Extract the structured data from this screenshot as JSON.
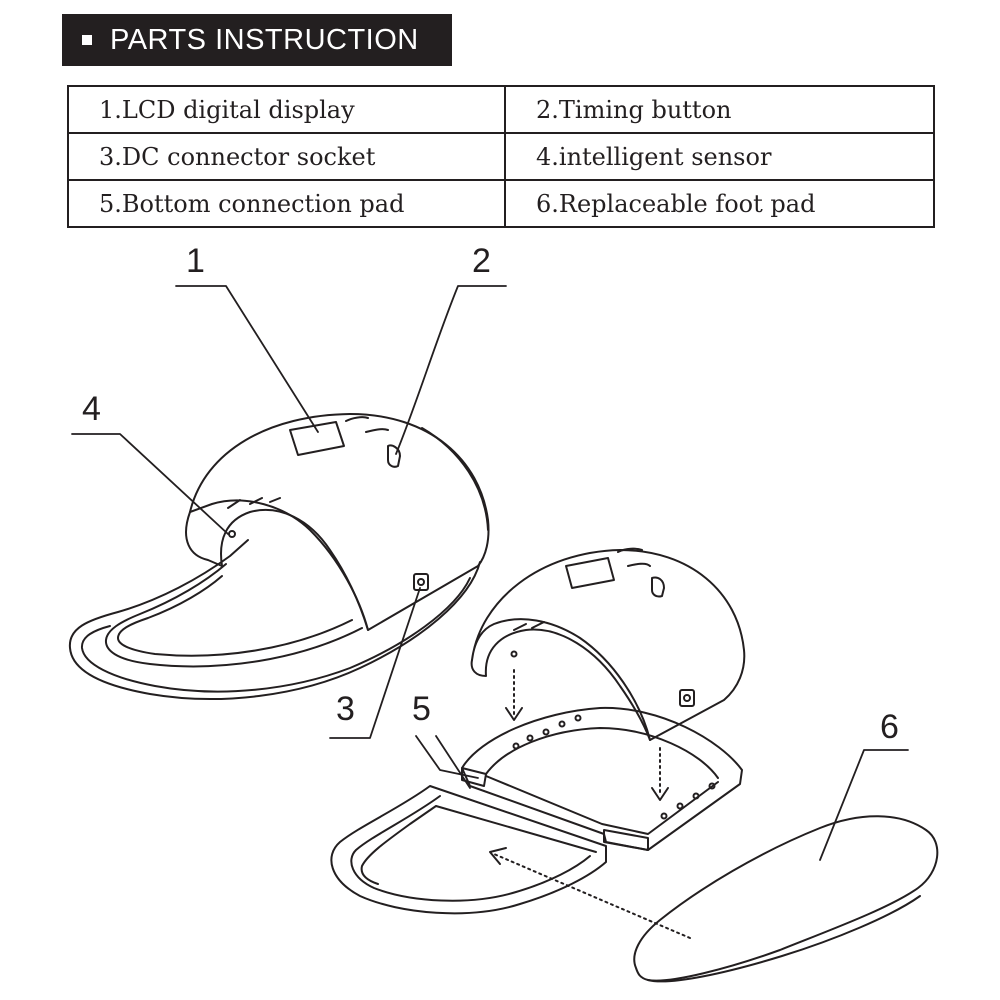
{
  "header": {
    "title": "PARTS INSTRUCTION"
  },
  "parts_table": {
    "rows": [
      [
        "1.LCD digital display",
        "2.Timing button"
      ],
      [
        "3.DC connector socket",
        "4.intelligent sensor"
      ],
      [
        "5.Bottom connection pad",
        "6.Replaceable foot pad"
      ]
    ]
  },
  "callouts": [
    "1",
    "2",
    "3",
    "4",
    "5",
    "6"
  ]
}
